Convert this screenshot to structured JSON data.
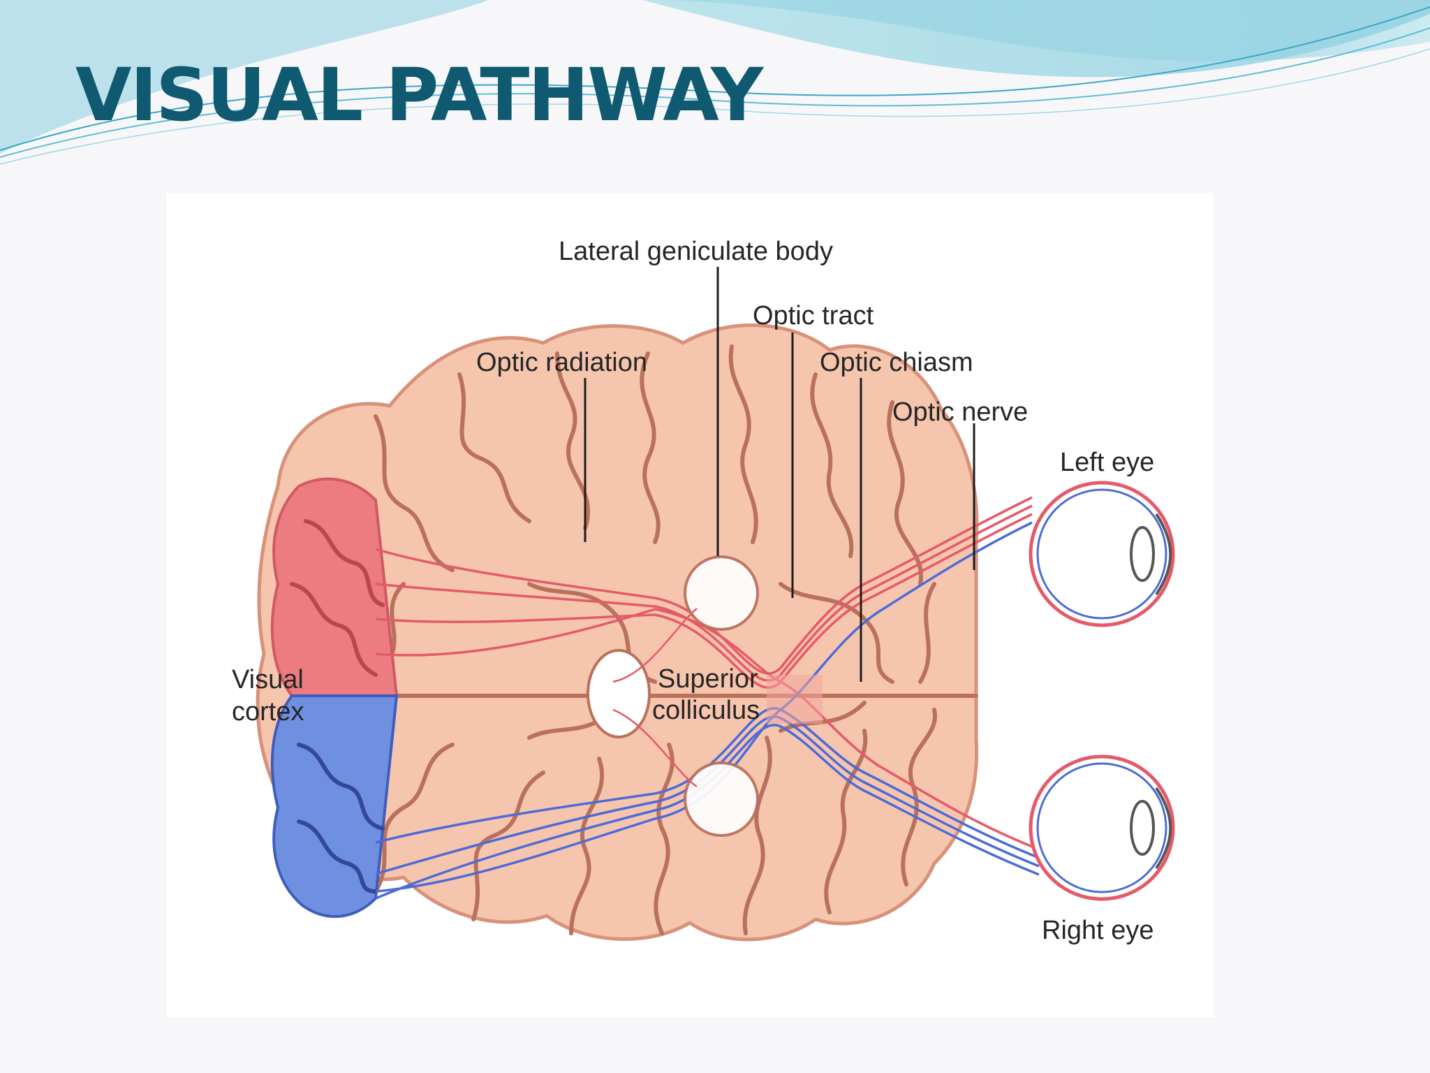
{
  "slide": {
    "title": "VISUAL PATHWAY"
  },
  "diagram": {
    "labels": {
      "lateral_geniculate_body": "Lateral geniculate body",
      "optic_tract": "Optic tract",
      "optic_radiation": "Optic radiation",
      "optic_chiasm": "Optic chiasm",
      "optic_nerve": "Optic nerve",
      "left_eye": "Left eye",
      "right_eye": "Right eye",
      "visual_cortex_line1": "Visual",
      "visual_cortex_line2": "cortex",
      "superior_colliculus_line1": "Superior",
      "superior_colliculus_line2": "colliculus"
    },
    "colors": {
      "brain": "#f6c5ae",
      "brain_outline": "#d8917a",
      "gyrus_lines": "#b9715c",
      "left_visual_cortex": "#ec7c80",
      "right_visual_cortex": "#6f8fe0",
      "left_fibers": "#e55a6a",
      "right_fibers": "#4d6bd6",
      "title": "#0f5a70"
    }
  }
}
